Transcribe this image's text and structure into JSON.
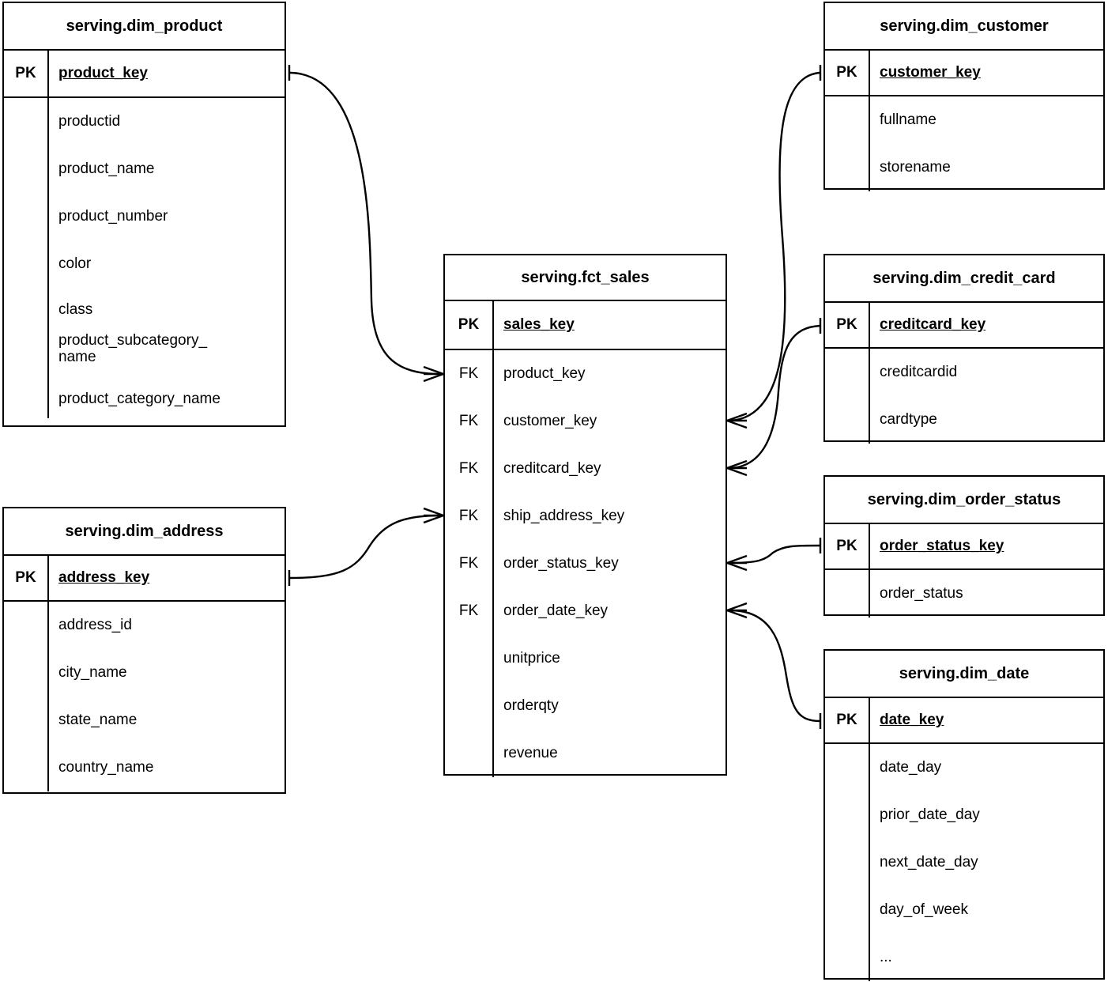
{
  "diagram": {
    "title": "Star schema entity relationship diagram",
    "notation": "crow-foot",
    "background_color": "#ffffff",
    "line_color": "#000000"
  },
  "entities": {
    "dim_product": {
      "name": "serving.dim_product",
      "pk_label": "PK",
      "pk_field": "product_key",
      "fields": [
        "productid",
        "product_name",
        "product_number",
        "color",
        "class",
        "product_subcategory_\nname",
        "product_category_name"
      ]
    },
    "dim_address": {
      "name": "serving.dim_address",
      "pk_label": "PK",
      "pk_field": "address_key",
      "fields": [
        "address_id",
        "city_name",
        "state_name",
        "country_name"
      ]
    },
    "fct_sales": {
      "name": "serving.fct_sales",
      "pk_label": "PK",
      "pk_field": "sales_key",
      "rows": [
        {
          "key": "FK",
          "field": "product_key"
        },
        {
          "key": "FK",
          "field": "customer_key"
        },
        {
          "key": "FK",
          "field": "creditcard_key"
        },
        {
          "key": "FK",
          "field": "ship_address_key"
        },
        {
          "key": "FK",
          "field": "order_status_key"
        },
        {
          "key": "FK",
          "field": "order_date_key"
        },
        {
          "key": "",
          "field": "unitprice"
        },
        {
          "key": "",
          "field": "orderqty"
        },
        {
          "key": "",
          "field": "revenue"
        }
      ]
    },
    "dim_customer": {
      "name": "serving.dim_customer",
      "pk_label": "PK",
      "pk_field": "customer_key",
      "fields": [
        "fullname",
        "storename"
      ]
    },
    "dim_credit_card": {
      "name": "serving.dim_credit_card",
      "pk_label": "PK",
      "pk_field": "creditcard_key",
      "fields": [
        "creditcardid",
        "cardtype"
      ]
    },
    "dim_order_status": {
      "name": "serving.dim_order_status",
      "pk_label": "PK",
      "pk_field": "order_status_key",
      "fields": [
        "order_status"
      ]
    },
    "dim_date": {
      "name": "serving.dim_date",
      "pk_label": "PK",
      "pk_field": "date_key",
      "fields": [
        "date_day",
        "prior_date_day",
        "next_date_day",
        "day_of_week",
        "..."
      ]
    }
  },
  "relationships": [
    {
      "from": "dim_product.product_key",
      "to": "fct_sales.product_key",
      "from_cardinality": "one",
      "to_cardinality": "many"
    },
    {
      "from": "dim_address.address_key",
      "to": "fct_sales.ship_address_key",
      "from_cardinality": "one",
      "to_cardinality": "many"
    },
    {
      "from": "dim_customer.customer_key",
      "to": "fct_sales.customer_key",
      "from_cardinality": "one",
      "to_cardinality": "many"
    },
    {
      "from": "dim_credit_card.creditcard_key",
      "to": "fct_sales.creditcard_key",
      "from_cardinality": "one",
      "to_cardinality": "many"
    },
    {
      "from": "dim_order_status.order_status_key",
      "to": "fct_sales.order_status_key",
      "from_cardinality": "one",
      "to_cardinality": "many"
    },
    {
      "from": "dim_date.date_key",
      "to": "fct_sales.order_date_key",
      "from_cardinality": "one",
      "to_cardinality": "many"
    }
  ]
}
